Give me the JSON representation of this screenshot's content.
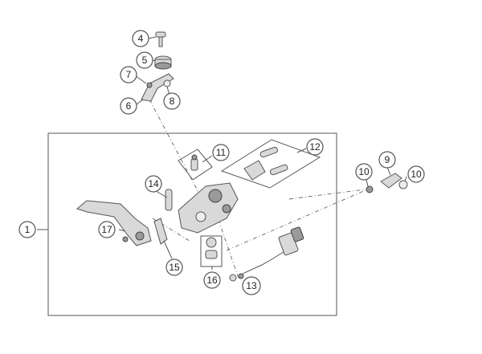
{
  "callouts": [
    {
      "label": "1"
    },
    {
      "label": "4"
    },
    {
      "label": "5"
    },
    {
      "label": "6"
    },
    {
      "label": "7"
    },
    {
      "label": "8"
    },
    {
      "label": "9"
    },
    {
      "label": "10"
    },
    {
      "label": "10"
    },
    {
      "label": "11"
    },
    {
      "label": "12"
    },
    {
      "label": "13"
    },
    {
      "label": "14"
    },
    {
      "label": "15"
    },
    {
      "label": "16"
    },
    {
      "label": "17"
    }
  ],
  "colors": {
    "highlight": "#e8722c",
    "line": "#555555",
    "part_fill": "#d9d9d9",
    "background": "#ffffff"
  },
  "highlighted_callout": "13"
}
